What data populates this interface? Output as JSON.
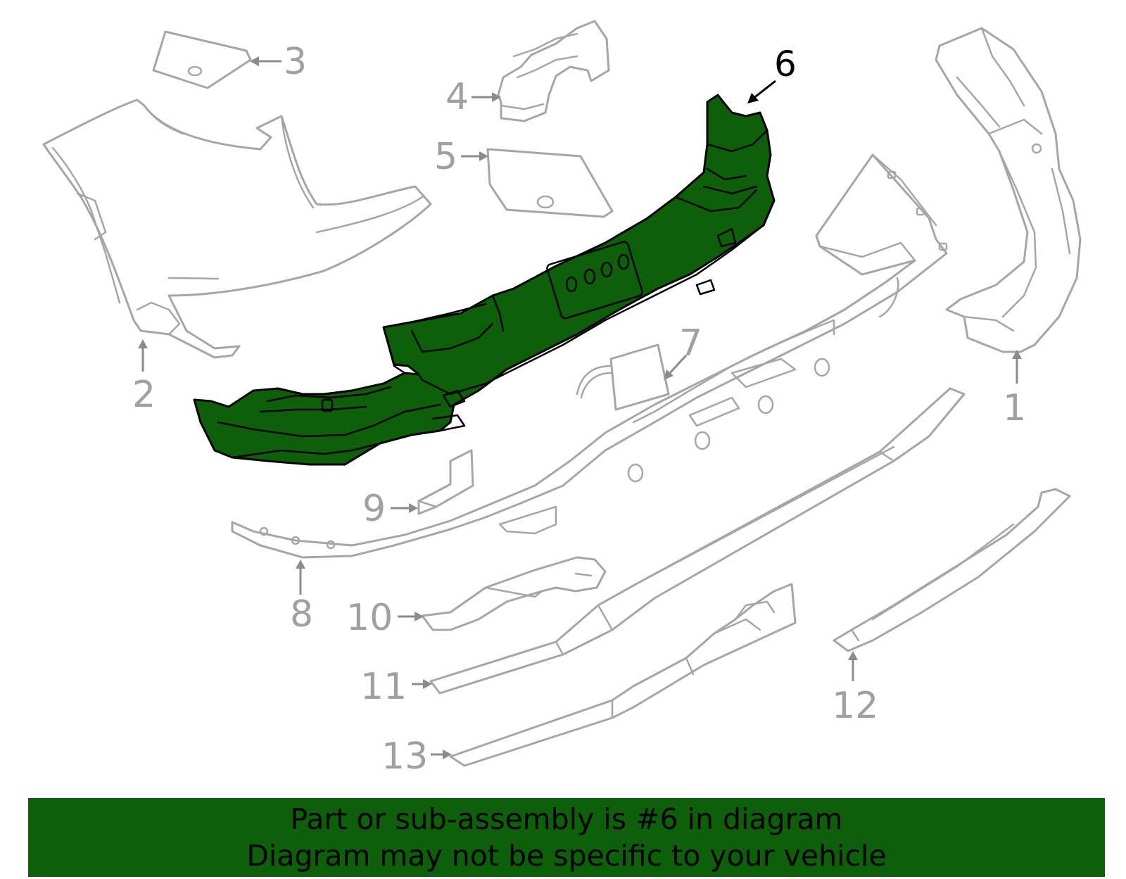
{
  "diagram": {
    "highlight_color": "#0e5f0a",
    "outline_color": "#a6a6a6",
    "highlighted_part": "6",
    "callouts": [
      "1",
      "2",
      "3",
      "4",
      "5",
      "6",
      "7",
      "8",
      "9",
      "10",
      "11",
      "12",
      "13"
    ]
  },
  "banner": {
    "background": "#0e5f0a",
    "line1": "Part or sub-assembly is #6 in diagram",
    "line2": "Diagram may not be specific to your vehicle"
  }
}
